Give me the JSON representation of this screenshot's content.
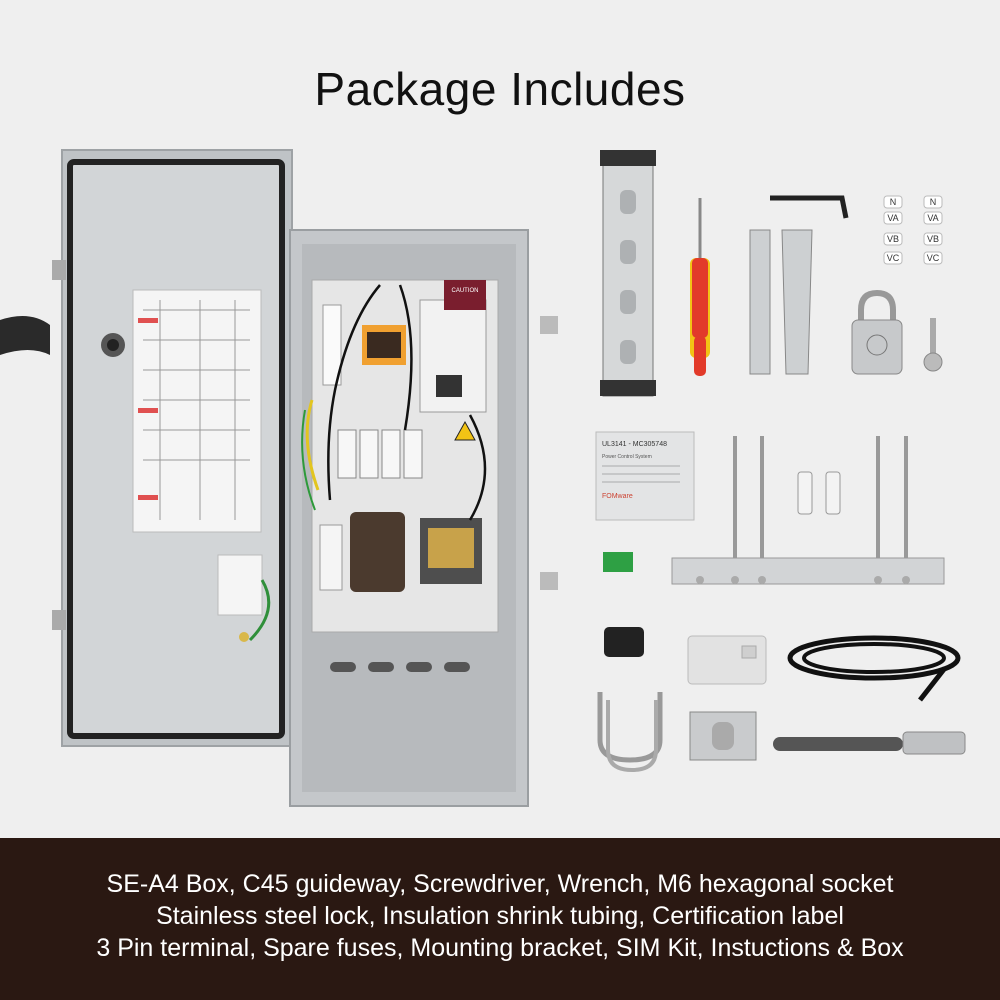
{
  "header": {
    "title": "Package Includes"
  },
  "cabinet": {
    "caution_label": "CAUTION",
    "brand_label": "FOMware",
    "cert_label": "UL3141 - MC305748",
    "cert_sub": "Power Control System"
  },
  "terminal_markers": [
    "N",
    "N",
    "VA",
    "VA",
    "VB",
    "VB",
    "VC",
    "VC"
  ],
  "footer": {
    "line1": "SE-A4 Box, C45 guideway, Screwdriver, Wrench, M6 hexagonal socket",
    "line2": "Stainless steel lock, Insulation shrink tubing, Certification label",
    "line3": "3 Pin terminal, Spare fuses, Mounting bracket, SIM Kit, Instuctions & Box"
  },
  "colors": {
    "background": "#efefef",
    "footer": "#2a1812",
    "cabinet": "#c9cccf",
    "accent_red": "#d62b2b",
    "accent_yellow": "#f2c315"
  }
}
